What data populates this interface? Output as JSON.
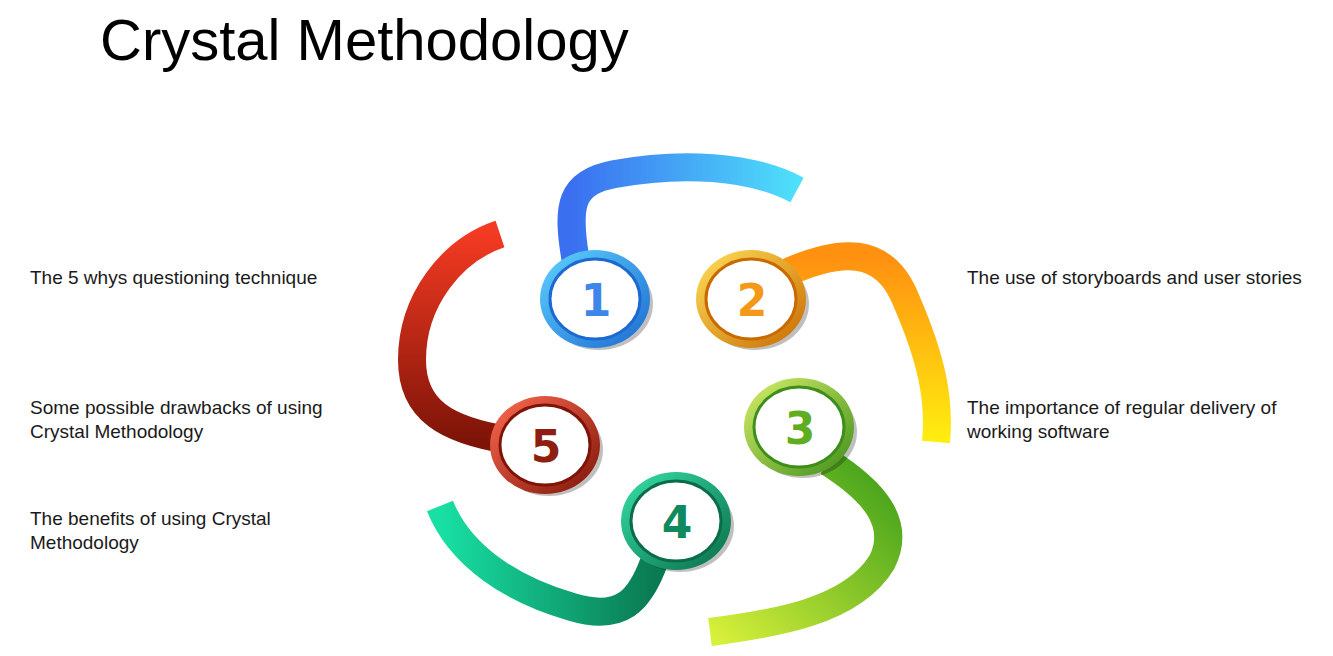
{
  "diagram": {
    "title": "Crystal Methodology",
    "nodes": [
      {
        "text": [
          "1"
        ]
      },
      {
        "text": [
          "2"
        ]
      },
      {
        "text": [
          "3"
        ]
      },
      {
        "text": [
          "4"
        ]
      },
      {
        "text": [
          "5"
        ]
      }
    ],
    "labels": [
      "The 5 whys questioning technique",
      "The use of storyboards and user stories",
      "Some possible drawbacks of using Crystal Methodology",
      "The importance of regular delivery of working software",
      "The benefits of using Crystal Methodology"
    ]
  }
}
